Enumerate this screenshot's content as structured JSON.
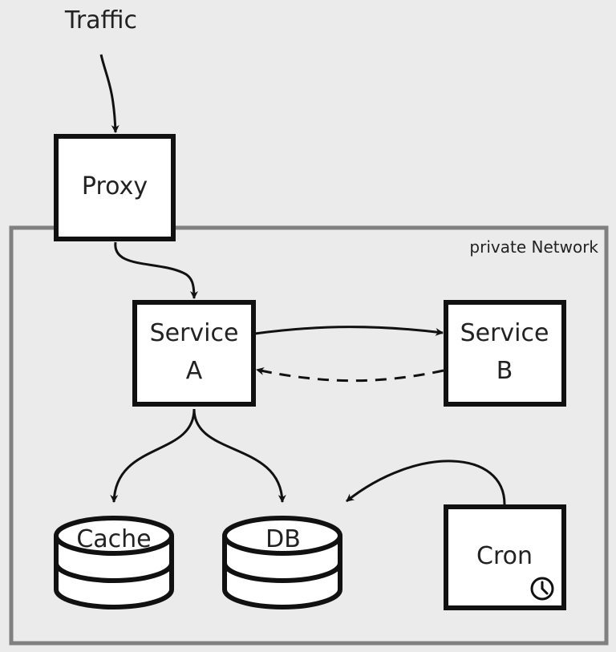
{
  "diagram": {
    "traffic_label": "Traffic",
    "network_label": "private Network",
    "nodes": {
      "proxy": "Proxy",
      "service_a_line1": "Service",
      "service_a_line2": "A",
      "service_b_line1": "Service",
      "service_b_line2": "B",
      "cache": "Cache",
      "db": "DB",
      "cron": "Cron"
    },
    "icons": {
      "cron": "clock-icon",
      "storage": "database-icon"
    },
    "colors": {
      "background": "#ebebeb",
      "stroke": "#111111",
      "node_fill": "#ffffff",
      "network_border": "#808080",
      "text": "#222222"
    }
  }
}
